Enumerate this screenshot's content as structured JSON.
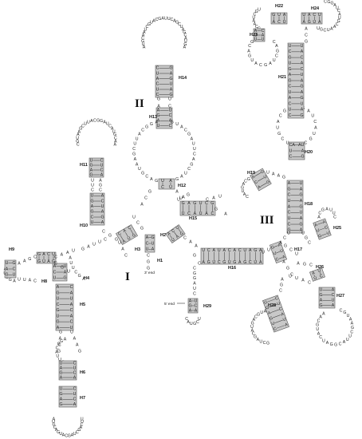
{
  "domains": [
    "I",
    "II",
    "III"
  ],
  "helices": [
    "H1",
    "H2",
    "H3",
    "H4",
    "H5",
    "H6",
    "H7",
    "H8",
    "H9",
    "H10",
    "H11",
    "H12",
    "H13",
    "H14",
    "H15",
    "H16",
    "H17",
    "H18",
    "H19",
    "H20",
    "H21",
    "H22",
    "H23",
    "H24",
    "H25",
    "H26",
    "H27",
    "H28",
    "H29"
  ],
  "ends": {
    "three_prime": "3' end",
    "five_prime": "5' end"
  }
}
